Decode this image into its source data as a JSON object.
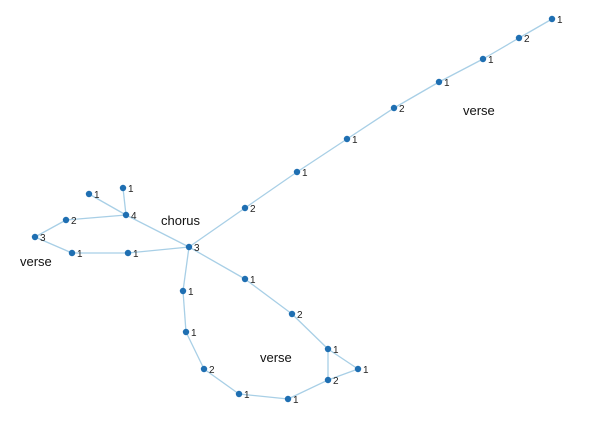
{
  "colors": {
    "edge": "#a8cfe6",
    "node": "#1f6fb2",
    "text": "#222222"
  },
  "region_labels": {
    "top_right": "verse",
    "center": "chorus",
    "left": "verse",
    "bottom": "verse"
  },
  "node_labels": {
    "n1": "1",
    "n2": "2",
    "n3": "1",
    "n4": "1",
    "n5": "2",
    "n6": "1",
    "n7": "1",
    "n8": "2",
    "hub": "3",
    "l1": "1",
    "l2": "1",
    "l3": "4",
    "l4": "1",
    "l5": "2",
    "l6": "3",
    "l7": "1",
    "l8": "1",
    "b1": "1",
    "b2": "2",
    "b3": "1",
    "b4": "2",
    "b5": "1",
    "b6": "1",
    "b7": "2",
    "b8": "1",
    "b9": "1"
  }
}
